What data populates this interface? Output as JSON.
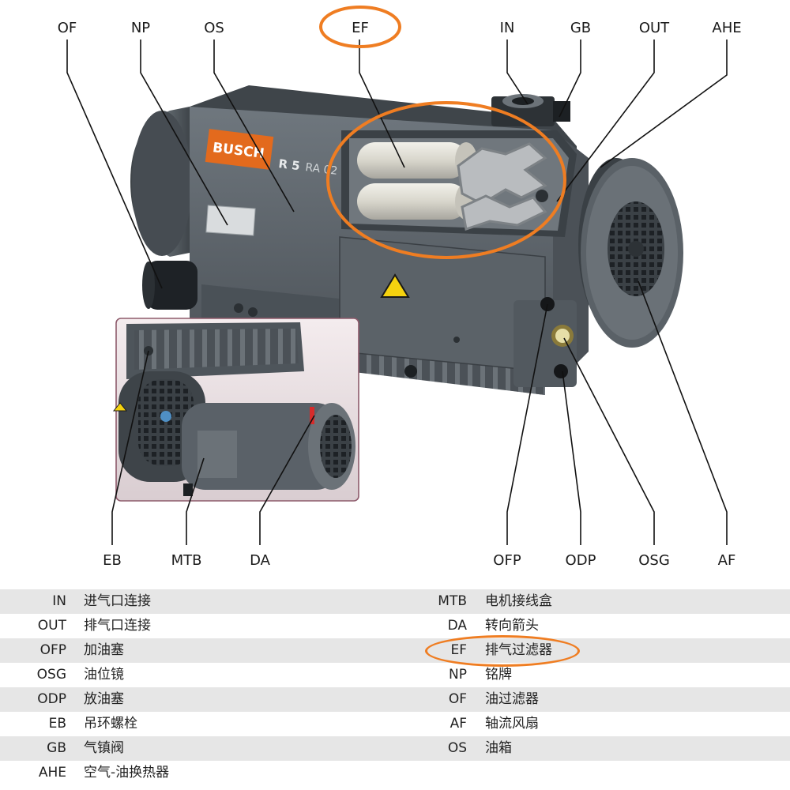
{
  "brand": {
    "logo_text": "BUSCH",
    "model": "R 5",
    "model_suffix": "RA 02"
  },
  "callouts_top": [
    "OF",
    "NP",
    "OS",
    "EF",
    "IN",
    "GB",
    "OUT",
    "AHE"
  ],
  "callouts_bottom": [
    "EB",
    "MTB",
    "DA",
    "OFP",
    "ODP",
    "OSG",
    "AF"
  ],
  "legend_left": [
    {
      "code": "IN",
      "desc": "进气口连接"
    },
    {
      "code": "OUT",
      "desc": "排气口连接"
    },
    {
      "code": "OFP",
      "desc": "加油塞"
    },
    {
      "code": "OSG",
      "desc": "油位镜"
    },
    {
      "code": "ODP",
      "desc": "放油塞"
    },
    {
      "code": "EB",
      "desc": "吊环螺栓"
    },
    {
      "code": "GB",
      "desc": "气镇阀"
    },
    {
      "code": "AHE",
      "desc": "空气-油换热器"
    }
  ],
  "legend_right": [
    {
      "code": "MTB",
      "desc": "电机接线盒"
    },
    {
      "code": "DA",
      "desc": "转向箭头"
    },
    {
      "code": "EF",
      "desc": "排气过滤器"
    },
    {
      "code": "NP",
      "desc": "铭牌"
    },
    {
      "code": "OF",
      "desc": "油过滤器"
    },
    {
      "code": "AF",
      "desc": "轴流风扇"
    },
    {
      "code": "OS",
      "desc": "油箱"
    }
  ],
  "colors": {
    "highlight": "#ef7d22",
    "brand_orange": "#e36a1d",
    "pump_body": "#5c636a",
    "row_shade": "#e6e6e6"
  }
}
